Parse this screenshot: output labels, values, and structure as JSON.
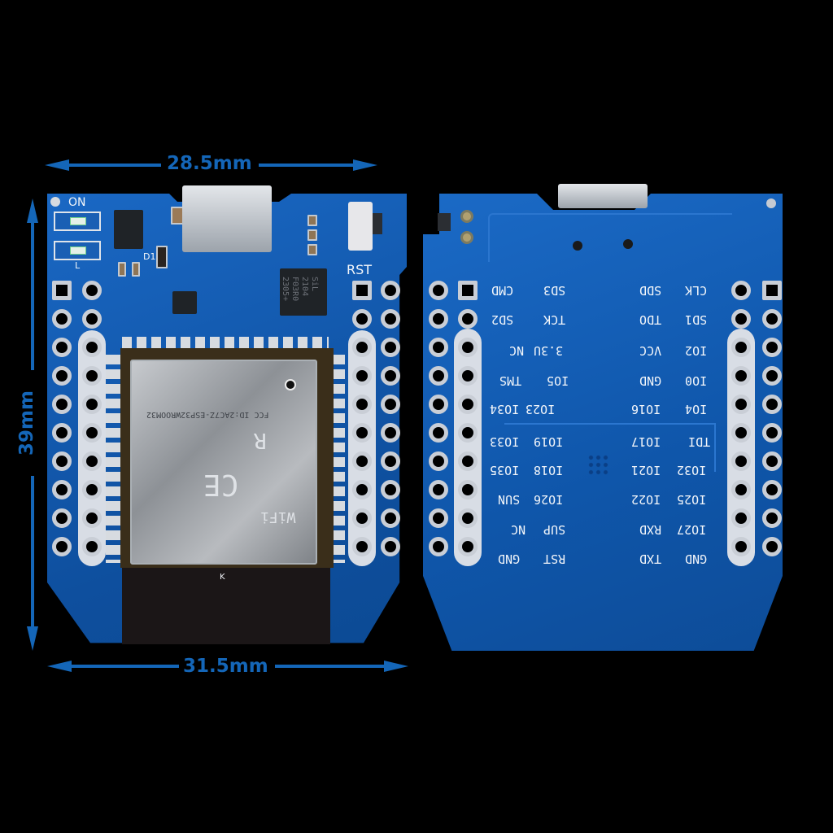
{
  "image": {
    "subject": "ESP32 mini development board (D1 Mini form factor), front and back views",
    "background": "#000000"
  },
  "dimensions": {
    "top_width": "28.5mm",
    "bottom_width": "31.5mm",
    "height": "39mm",
    "color": "#1466b8"
  },
  "front": {
    "labels": {
      "power_led": "ON",
      "reset_button": "RST",
      "diode": "D1",
      "led_l": "L"
    },
    "usb_chip": {
      "lines": [
        "SiL",
        "2104",
        "F03R0",
        "2305+"
      ]
    },
    "module": {
      "fcc_id": "FCC ID:2AC7Z-ESP32WROOM32",
      "marks": [
        "CE",
        "WiFi",
        "R"
      ],
      "antenna_mark": "K"
    }
  },
  "back": {
    "left_pin_labels": [
      {
        "outer": "CMD",
        "inner": "SD3"
      },
      {
        "outer": "SD2",
        "inner": "TCK"
      },
      {
        "outer": "NC",
        "inner": "3.3U"
      },
      {
        "outer": "TMS",
        "inner": "IO5"
      },
      {
        "outer": "IO34",
        "inner": "IO23"
      },
      {
        "outer": "IO33",
        "inner": "IO19"
      },
      {
        "outer": "IO35",
        "inner": "IO18"
      },
      {
        "outer": "SUN",
        "inner": "IO26"
      },
      {
        "outer": "NC",
        "inner": "SUP"
      },
      {
        "outer": "GND",
        "inner": "RST"
      }
    ],
    "right_pin_labels": [
      {
        "inner": "SDD",
        "outer": "CLK"
      },
      {
        "inner": "TDO",
        "outer": "SD1"
      },
      {
        "inner": "VCC",
        "outer": "IO2"
      },
      {
        "inner": "GND",
        "outer": "IO0"
      },
      {
        "inner": "IO16",
        "outer": "IO4"
      },
      {
        "inner": "IO17",
        "outer": "TDI"
      },
      {
        "inner": "IO21",
        "outer": "IO32"
      },
      {
        "inner": "IO22",
        "outer": "IO25"
      },
      {
        "inner": "RXD",
        "outer": "IO27"
      },
      {
        "inner": "TXD",
        "outer": "GND"
      }
    ]
  }
}
